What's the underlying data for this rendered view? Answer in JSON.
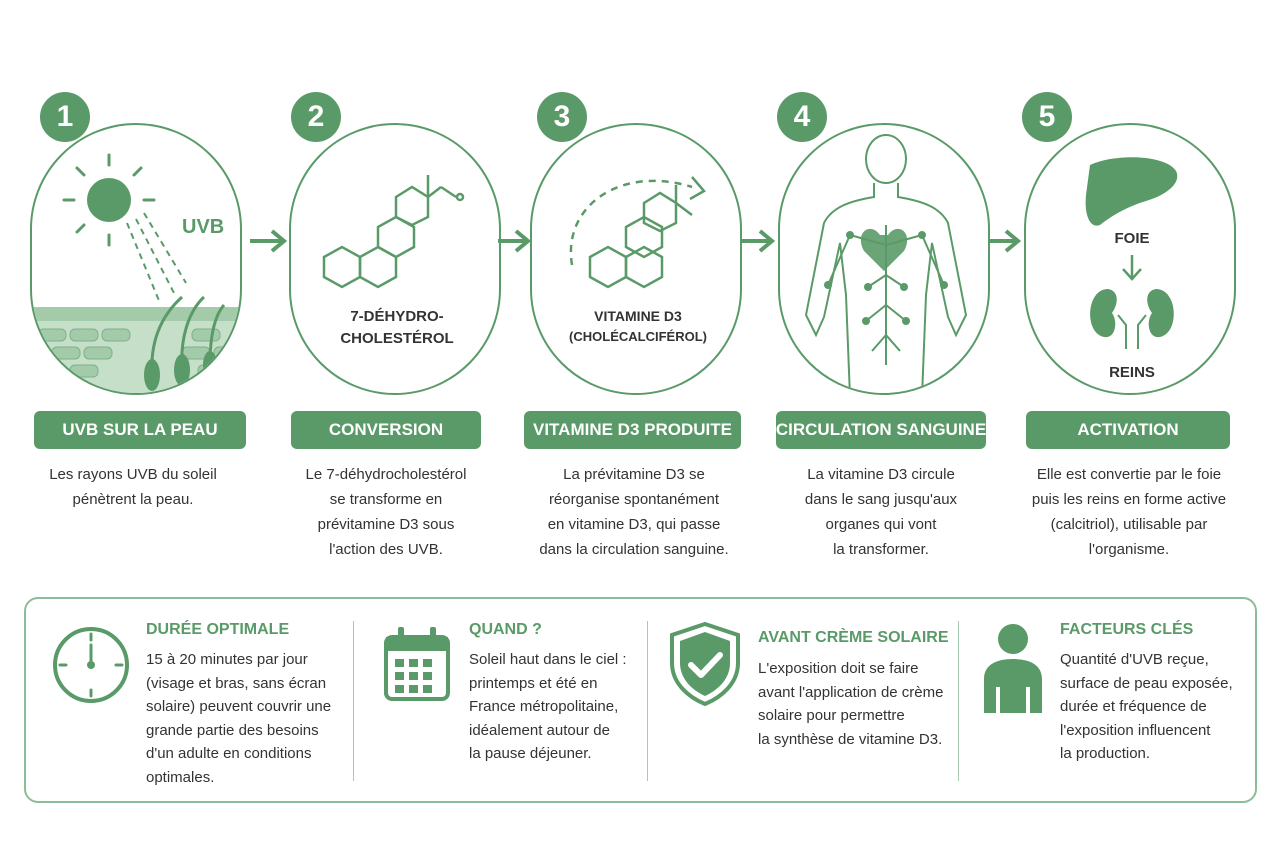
{
  "steps": [
    {
      "number": "1",
      "icon": "sun-skin-icon",
      "inner_text": "UVB",
      "label": "UVB SUR LA PEAU",
      "description": [
        "Les rayons UVB du soleil",
        "pénètrent la peau."
      ]
    },
    {
      "number": "2",
      "icon": "molecule-icon",
      "inner_text": [
        "7-DÉHYDRO-",
        "CHOLESTÉROL"
      ],
      "label": "CONVERSION",
      "description": [
        "Le 7-déhydrocholestérol",
        "se transforme en",
        "prévitamine D3 sous",
        "l'action des UVB."
      ]
    },
    {
      "number": "3",
      "icon": "molecule-icon",
      "inner_text": [
        "VITAMINE D3",
        "(CHOLÉCALCIFÉROL)"
      ],
      "label": "VITAMINE D3 PRODUITE",
      "description": [
        "La prévitamine D3 se",
        "réorganise spontanément",
        "en vitamine D3, qui passe",
        "dans la circulation sanguine."
      ]
    },
    {
      "number": "4",
      "icon": "body-circulation-icon",
      "label": "CIRCULATION SANGUINE",
      "description": [
        "La vitamine D3 circule",
        "dans le sang jusqu'aux",
        "organes qui vont",
        "la transformer."
      ]
    },
    {
      "number": "5",
      "icon": "liver-kidney-icon",
      "inner_text": [
        "FOIE",
        "REINS"
      ],
      "label": "ACTIVATION",
      "description": [
        "Elle est convertie par le foie",
        "puis les reins en forme active",
        "(calcitriol), utilisable par",
        "l'organisme."
      ]
    }
  ],
  "tips": [
    {
      "icon": "clock-icon",
      "title": "DURÉE OPTIMALE",
      "body": [
        "15 à 20 minutes par jour",
        "(visage et bras, sans écran",
        "solaire) peuvent couvrir une",
        "grande partie des besoins",
        "d'un adulte en conditions",
        "optimales."
      ]
    },
    {
      "icon": "calendar-icon",
      "title": "QUAND ?",
      "body": [
        "Soleil haut dans le ciel :",
        "printemps et été en",
        "France métropolitaine,",
        "idéalement autour de",
        "la pause déjeuner."
      ]
    },
    {
      "icon": "shield-check-icon",
      "title": "AVANT CRÈME SOLAIRE",
      "body": [
        "L'exposition doit se faire",
        "avant l'application de crème",
        "solaire pour permettre",
        "la synthèse de vitamine D3."
      ]
    },
    {
      "icon": "person-icon",
      "title": "FACTEURS CLÉS",
      "body": [
        "Quantité d'UVB reçue,",
        "surface de peau exposée,",
        "durée et fréquence de",
        "l'exposition influencent",
        "la production."
      ]
    }
  ],
  "colors": {
    "accent": "#5a9a68",
    "light_accent": "#8cbd96",
    "text": "#333333"
  }
}
